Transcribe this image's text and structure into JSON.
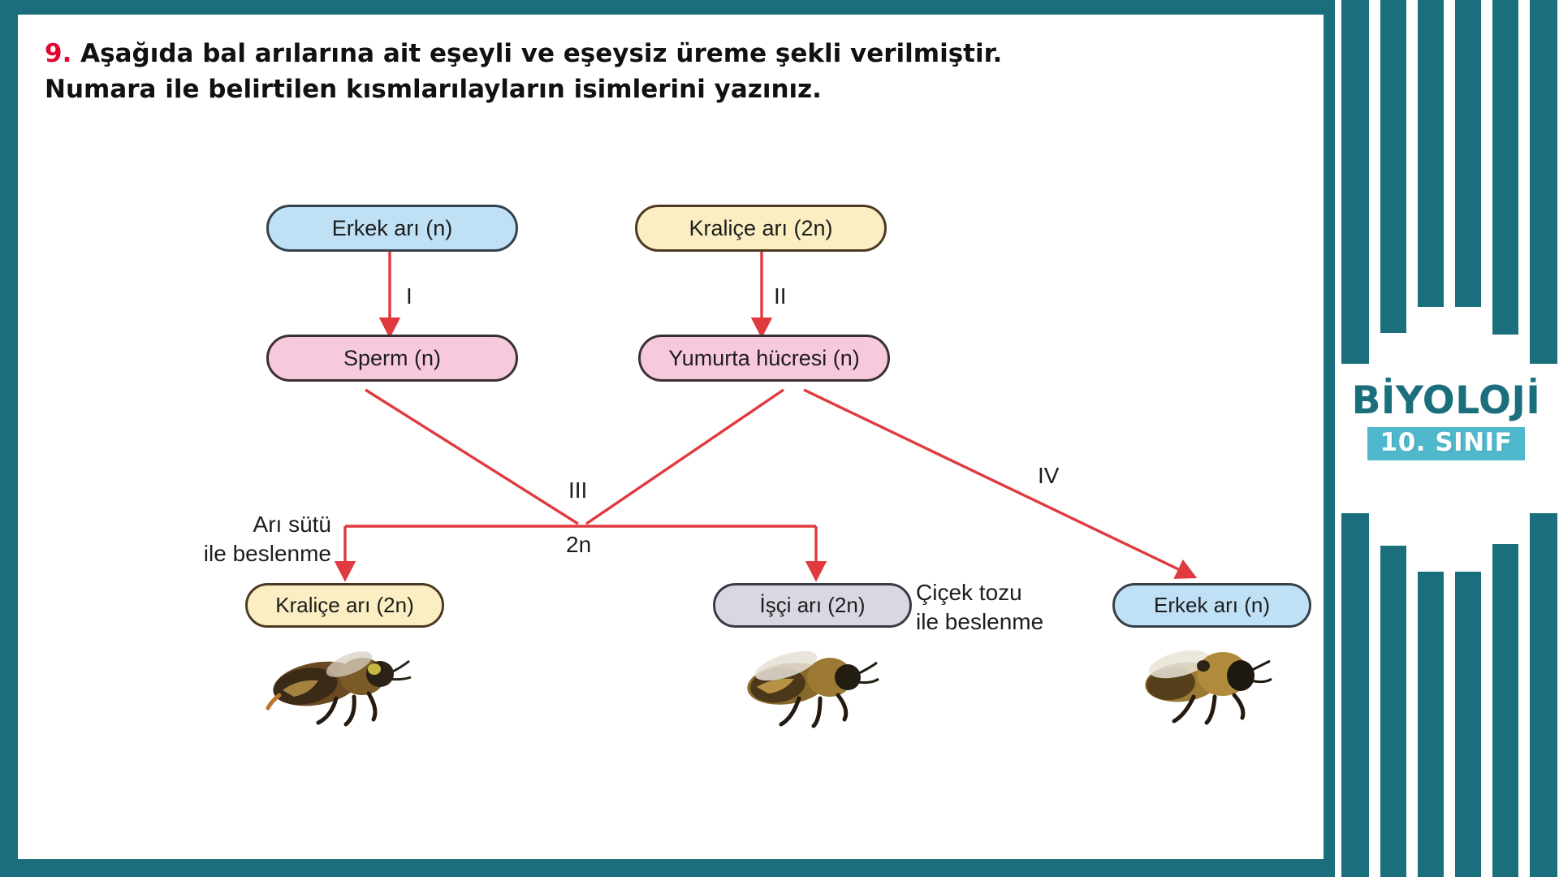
{
  "theme": {
    "teal": "#1b6f7c",
    "teal_light": "#4fb8cc",
    "arrow_red": "#e03a3f",
    "question_number_color": "#e4032e",
    "node_blue": "#bfe0f5",
    "node_cream": "#faeec2",
    "node_pink": "#f7c9dd",
    "node_gray": "#d8d7e2",
    "page_bg": "#ffffff"
  },
  "branding": {
    "title": "BİYOLOJİ",
    "subtitle": "10. SINIF"
  },
  "question": {
    "number": "9.",
    "line1": "Aşağıda bal arılarına ait eşeyli ve eşeysiz üreme şekli verilmiştir.",
    "line2": "Numara ile belirtilen kısmlarılayların isimlerini yazınız."
  },
  "diagram": {
    "nodes": {
      "male_top": "Erkek arı (n)",
      "queen_top": "Kraliçe arı (2n)",
      "sperm": "Sperm (n)",
      "egg": "Yumurta hücresi (n)",
      "queen_bottom": "Kraliçe arı (2n)",
      "worker_bottom": "İşçi arı (2n)",
      "male_bottom": "Erkek arı (n)"
    },
    "labels": {
      "step_1": "I",
      "step_2": "II",
      "step_3": "III",
      "step_4": "IV",
      "zygote": "2n"
    },
    "notes": {
      "royal_jelly_line1": "Arı sütü",
      "royal_jelly_line2": "ile beslenme",
      "pollen_line1": "Çiçek tozu",
      "pollen_line2": "ile beslenme"
    },
    "bee_captions": {
      "queen_bee": "queen-bee-photo",
      "worker_bee": "worker-bee-photo",
      "drone_bee": "drone-bee-photo"
    }
  }
}
